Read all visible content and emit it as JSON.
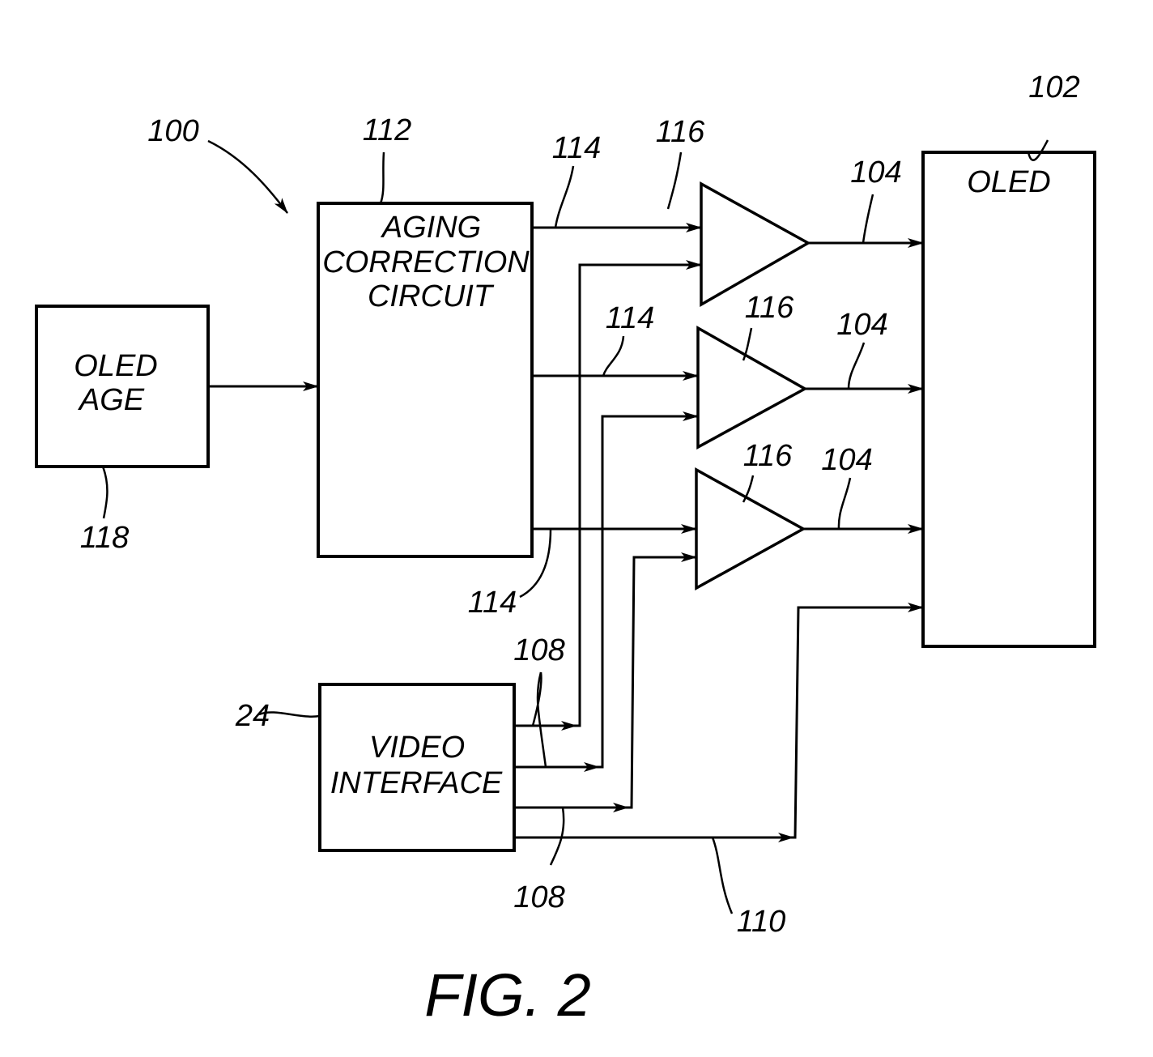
{
  "figure": {
    "caption": "FIG. 2",
    "system_ref": "100"
  },
  "blocks": {
    "oled_age": {
      "lines": [
        "OLED",
        "AGE"
      ],
      "ref": "118"
    },
    "aging_correction": {
      "lines": [
        "AGING",
        "CORRECTION",
        "CIRCUIT"
      ],
      "ref": "112"
    },
    "video_interface": {
      "lines": [
        "VIDEO",
        "INTERFACE"
      ],
      "ref": "24"
    },
    "oled_display": {
      "lines": [
        "OLED"
      ],
      "ref": "102"
    }
  },
  "amplifiers": [
    {
      "ref": "116",
      "input_ref": "114",
      "output_ref": "104"
    },
    {
      "ref": "116",
      "input_ref": "114",
      "output_ref": "104"
    },
    {
      "ref": "116",
      "input_ref": "114",
      "output_ref": "104"
    }
  ],
  "signals": {
    "video_lines_top_ref": "108",
    "video_lines_bottom_ref": "108",
    "control_line_ref": "110"
  },
  "connections": [
    {
      "from": "OLED AGE",
      "to": "AGING CORRECTION CIRCUIT"
    },
    {
      "from": "AGING CORRECTION CIRCUIT",
      "to": "amplifier 1",
      "signal": "114"
    },
    {
      "from": "AGING CORRECTION CIRCUIT",
      "to": "amplifier 2",
      "signal": "114"
    },
    {
      "from": "AGING CORRECTION CIRCUIT",
      "to": "amplifier 3",
      "signal": "114"
    },
    {
      "from": "VIDEO INTERFACE",
      "to": "amplifier 1",
      "signal": "108"
    },
    {
      "from": "VIDEO INTERFACE",
      "to": "amplifier 2",
      "signal": "108"
    },
    {
      "from": "VIDEO INTERFACE",
      "to": "amplifier 3",
      "signal": "108"
    },
    {
      "from": "VIDEO INTERFACE",
      "to": "OLED",
      "signal": "110"
    },
    {
      "from": "amplifier 1",
      "to": "OLED",
      "signal": "104"
    },
    {
      "from": "amplifier 2",
      "to": "OLED",
      "signal": "104"
    },
    {
      "from": "amplifier 3",
      "to": "OLED",
      "signal": "104"
    }
  ]
}
